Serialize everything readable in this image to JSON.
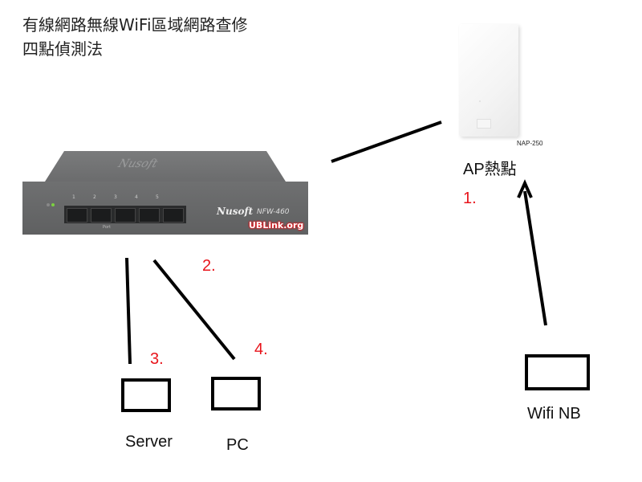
{
  "title": {
    "line1": "有線網路無線WiFi區域網路查修",
    "line2": "四點偵測法"
  },
  "devices": {
    "switch": {
      "brand": "Nusoft",
      "model": "NFW-460",
      "ports": [
        "1",
        "2",
        "3",
        "4",
        "5"
      ],
      "port_caption": "Port",
      "watermark": "UBLink.org"
    },
    "access_point": {
      "model": "NAP-250",
      "label": "AP熱點"
    },
    "server": {
      "label": "Server"
    },
    "pc": {
      "label": "PC"
    },
    "wifi_nb": {
      "label": "Wifi NB"
    }
  },
  "checkpoints": [
    "1.",
    "2.",
    "3.",
    "4."
  ],
  "colors": {
    "checkpoint": "#e8141b",
    "line": "#000000"
  }
}
